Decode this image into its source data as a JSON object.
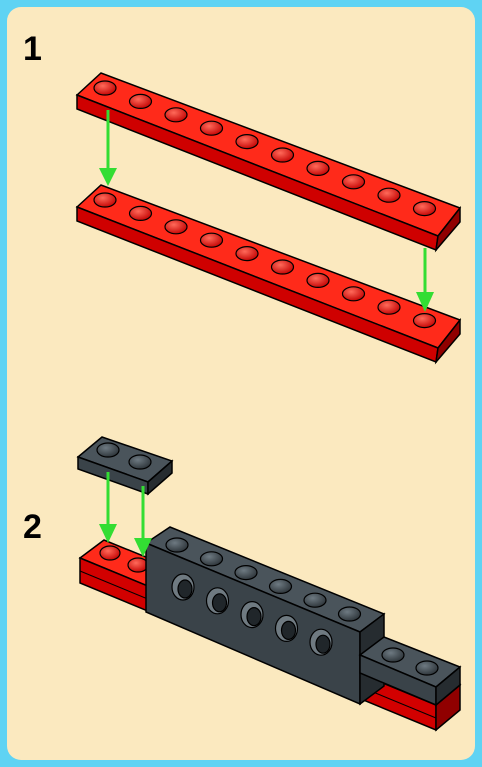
{
  "steps": [
    {
      "number": "1",
      "colors": {
        "brick": "#e00000",
        "arrow": "#33dd33"
      }
    },
    {
      "number": "2",
      "colors": {
        "brick": "#e00000",
        "dark_brick": "#3a4349",
        "arrow": "#33dd33"
      }
    }
  ],
  "icons": [
    "lego-plate-red-1x10",
    "lego-technic-brick-dark-1x6",
    "lego-plate-dark-1x2",
    "down-arrow-icon"
  ]
}
